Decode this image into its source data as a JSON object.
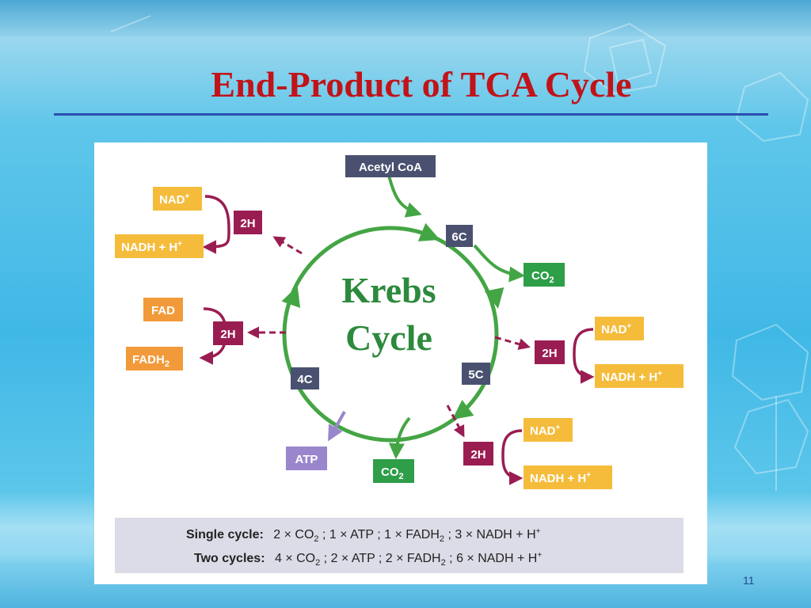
{
  "slide": {
    "title": "End-Product of TCA Cycle",
    "page_number": "11"
  },
  "diagram": {
    "center_line1": "Krebs",
    "center_line2": "Cycle",
    "acetyl": "Acetyl CoA",
    "c6": "6C",
    "c5": "5C",
    "c4": "4C",
    "co2_label": "CO",
    "co2_sub": "2",
    "atp": "ATP",
    "h2": "2H",
    "nad": "NAD",
    "nad_sup": "+",
    "nadh": "NADH + H",
    "nadh_sup": "+",
    "fad": "FAD",
    "fadh": "FADH",
    "fadh_sub": "2",
    "colors": {
      "navy": "#4a5170",
      "maroon": "#9a1d52",
      "green": "#2e9e48",
      "gold": "#f5bc3c",
      "orange": "#f29a3a",
      "purple": "#9a86cc",
      "cycle": "#44a544"
    }
  },
  "summary": {
    "single_label": "Single cycle:",
    "single_parts": [
      "2 × CO",
      "2",
      " ;  1 × ATP  ;  1 × FADH",
      "2",
      "  ;  3 × NADH + H",
      "+"
    ],
    "two_label": "Two cycles:",
    "two_parts": [
      "4 × CO",
      "2",
      " ;  2 × ATP  ;  2 × FADH",
      "2",
      "  ;  6 × NADH + H",
      "+"
    ]
  }
}
